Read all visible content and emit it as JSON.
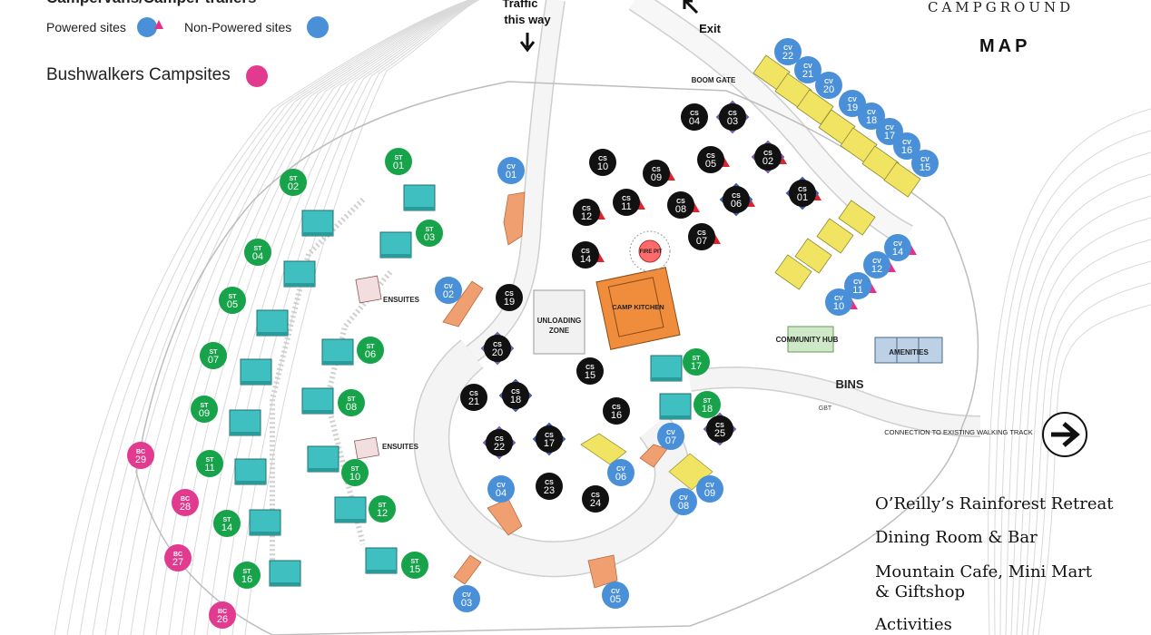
{
  "legend": {
    "title_partial": "Campervans/Camper trailers",
    "powered_label": "Powered sites",
    "non_powered_label": "Non-Powered sites",
    "bushwalkers_label": "Bushwalkers Campsites"
  },
  "header": {
    "brand": "CAMPGROUND",
    "map_title": "MAP"
  },
  "map_labels": {
    "traffic": "Traffic",
    "this_way": "this way",
    "exit": "Exit",
    "boom_gate": "BOOM GATE",
    "ensuites": "ENSUITES",
    "unloading": "UNLOADING",
    "zone": "ZONE",
    "camp_kitchen": "CAMP KITCHEN",
    "fire_pit": "FIRE PIT",
    "community_hub": "COMMUNITY HUB",
    "amenities": "AMENITIES",
    "bins": "BINS",
    "gbt": "GBT",
    "walking_track": "CONNECTION TO EXISTING WALKING TRACK"
  },
  "destinations": [
    "O’Reilly’s Rainforest Retreat",
    "Dining Room & Bar",
    "Mountain Cafe, Mini Mart",
    "& Giftshop",
    "Activities"
  ],
  "colors": {
    "st": "#16a34a",
    "cv": "#4a90d9",
    "cs": "#111111",
    "bc": "#e23a8f",
    "powered_triangle": "#d9252f",
    "pink_triangle": "#e8308a",
    "kitchen": "#f08d3c",
    "yellow_pad": "#f1e463",
    "cabin": "#3fbfbf"
  },
  "sites": {
    "st": [
      "01",
      "02",
      "03",
      "04",
      "05",
      "06",
      "07",
      "08",
      "09",
      "10",
      "11",
      "12",
      "14",
      "15",
      "16",
      "17",
      "18"
    ],
    "cv": [
      "01",
      "02",
      "03",
      "04",
      "05",
      "06",
      "07",
      "08",
      "09",
      "10",
      "11",
      "12",
      "14",
      "15",
      "16",
      "17",
      "18",
      "19",
      "20",
      "21",
      "22"
    ],
    "cs": [
      "01",
      "02",
      "03",
      "04",
      "05",
      "06",
      "07",
      "08",
      "09",
      "10",
      "11",
      "12",
      "14",
      "15",
      "16",
      "17",
      "18",
      "19",
      "20",
      "21",
      "22",
      "23",
      "24",
      "25"
    ],
    "bc": [
      "26",
      "27",
      "28",
      "29"
    ]
  }
}
